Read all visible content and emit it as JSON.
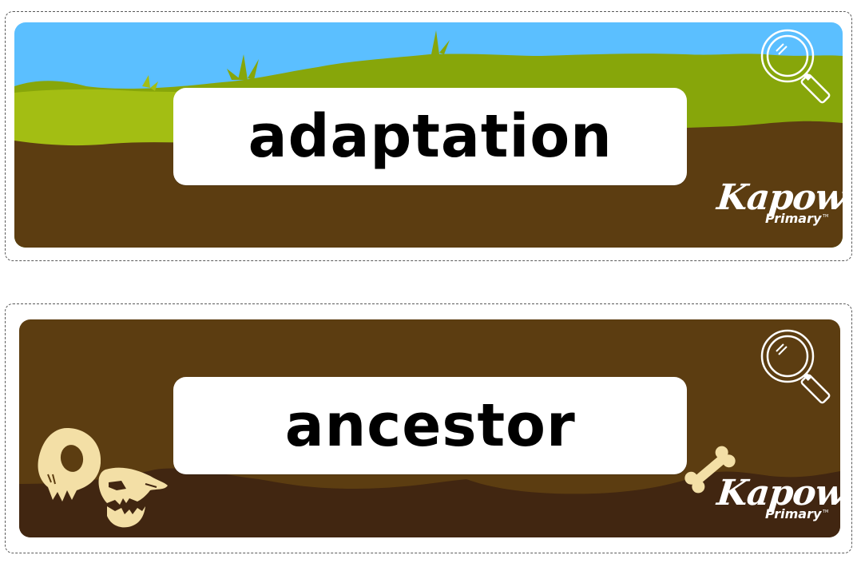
{
  "cards": [
    {
      "word": "adaptation",
      "theme": "grassland",
      "colors": {
        "sky": "#5BBFFF",
        "far_hills": "#87A60A",
        "near_grass": "#A3BE13",
        "soil": "#5C3D11",
        "label_bg": "#FFFFFF",
        "label_text": "#000000"
      },
      "icons": [
        "magnifying-glass-icon",
        "kapow-primary-logo"
      ]
    },
    {
      "word": "ancestor",
      "theme": "underground-fossils",
      "colors": {
        "upper_soil": "#5C3D11",
        "lower_soil": "#412611",
        "bone": "#F3DFA6",
        "label_bg": "#FFFFFF",
        "label_text": "#000000"
      },
      "icons": [
        "magnifying-glass-icon",
        "skull-icon",
        "dinosaur-skull-icon",
        "bone-icon",
        "kapow-primary-logo"
      ]
    }
  ],
  "logo": {
    "brand": "Kapow",
    "sub": "Primary",
    "tm": "TM"
  }
}
